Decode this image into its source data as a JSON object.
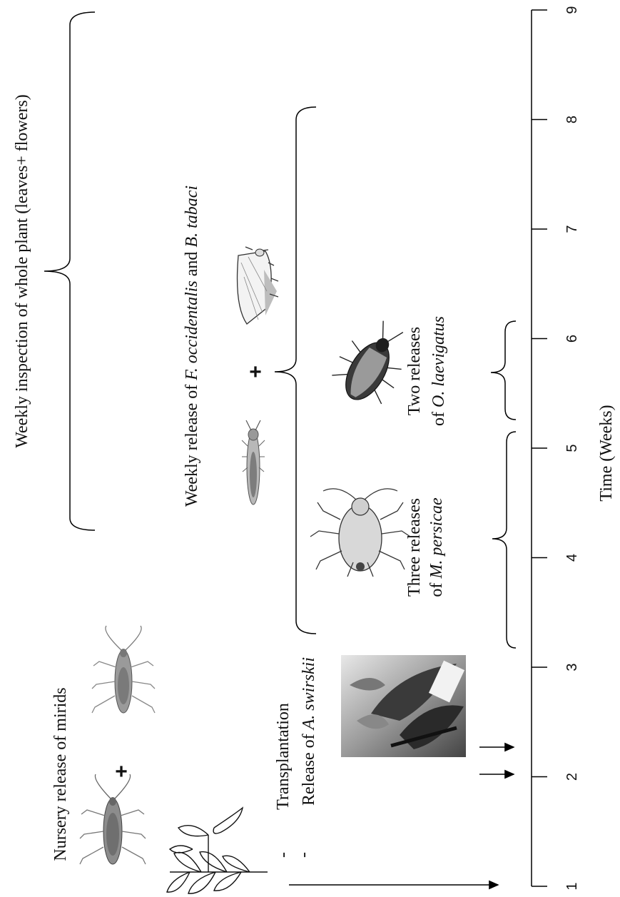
{
  "axis": {
    "title": "Time (Weeks)",
    "ticks": [
      "1",
      "2",
      "3",
      "4",
      "5",
      "6",
      "7",
      "8",
      "9"
    ]
  },
  "labels": {
    "weekly_inspection": "Weekly inspection of whole plant (leaves+ flowers)",
    "weekly_release_prefix": "Weekly release of ",
    "weekly_release_species1": "F. occidentalis",
    "weekly_release_and": " and ",
    "weekly_release_species2": "B. tabaci",
    "nursery_release": "Nursery release of mirids",
    "transplantation": "Transplantation",
    "release_prefix": "Release of ",
    "release_species": "A. swirskii",
    "bullet": "-",
    "plus": "+",
    "three_releases": "Three releases",
    "three_releases_of": "of ",
    "three_releases_species": "M. persicae",
    "two_releases": "Two releases",
    "two_releases_of": "of ",
    "two_releases_species": "O. laevigatus"
  },
  "icons": {
    "mirid_1": "mirid-bug-icon",
    "mirid_2": "mirid-bug-icon",
    "plant": "plant-seedling-icon",
    "thrips": "thrips-icon",
    "whitefly": "whitefly-icon",
    "aphid": "aphid-icon",
    "orius": "orius-bug-icon",
    "photo": "greenhouse-plant-photo"
  }
}
